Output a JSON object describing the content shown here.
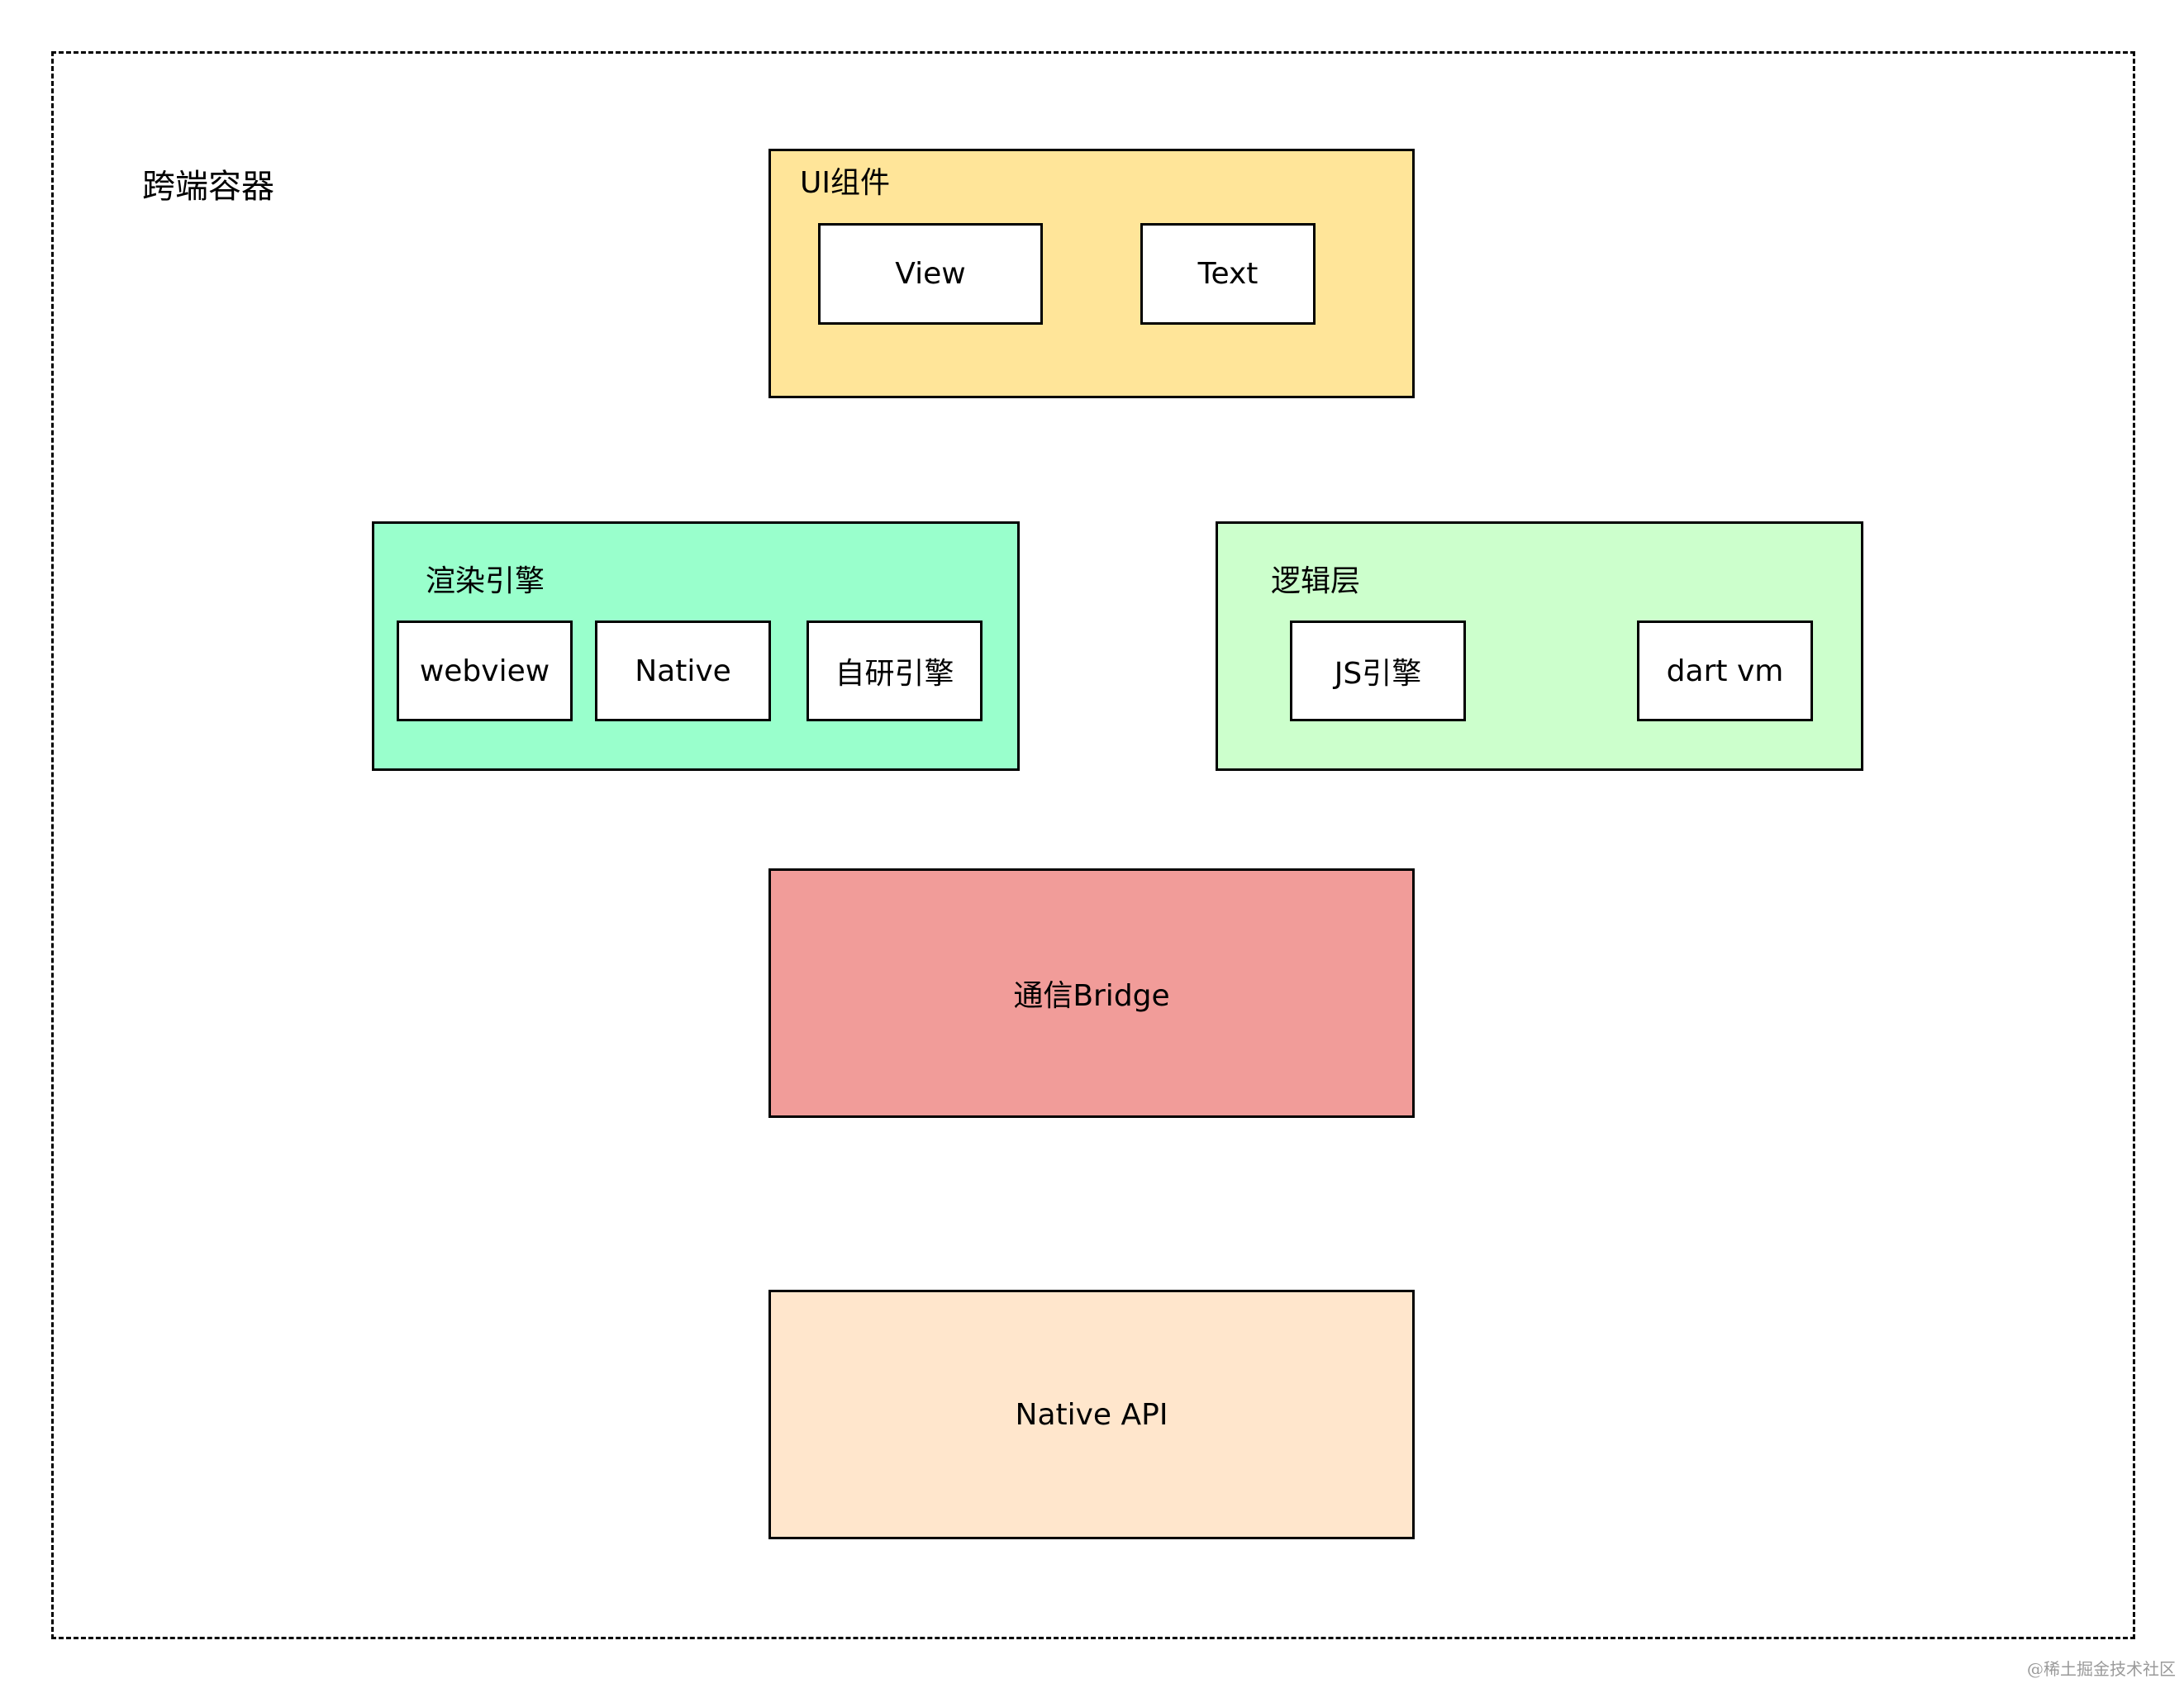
{
  "container": {
    "title": "跨端容器"
  },
  "ui_components": {
    "title": "UI组件",
    "color": "#ffe599",
    "items": [
      "View",
      "Text"
    ]
  },
  "render_engine": {
    "title": "渲染引擎",
    "color": "#99ffcc",
    "items": [
      "webview",
      "Native",
      "自研引擎"
    ]
  },
  "logic_layer": {
    "title": "逻辑层",
    "color": "#ccffcc",
    "items": [
      "JS引擎",
      "dart vm"
    ]
  },
  "bridge": {
    "label": "通信Bridge",
    "color": "#f19c99"
  },
  "native_api": {
    "label": "Native API",
    "color": "#ffe6cc"
  },
  "watermark": "@稀土掘金技术社区"
}
